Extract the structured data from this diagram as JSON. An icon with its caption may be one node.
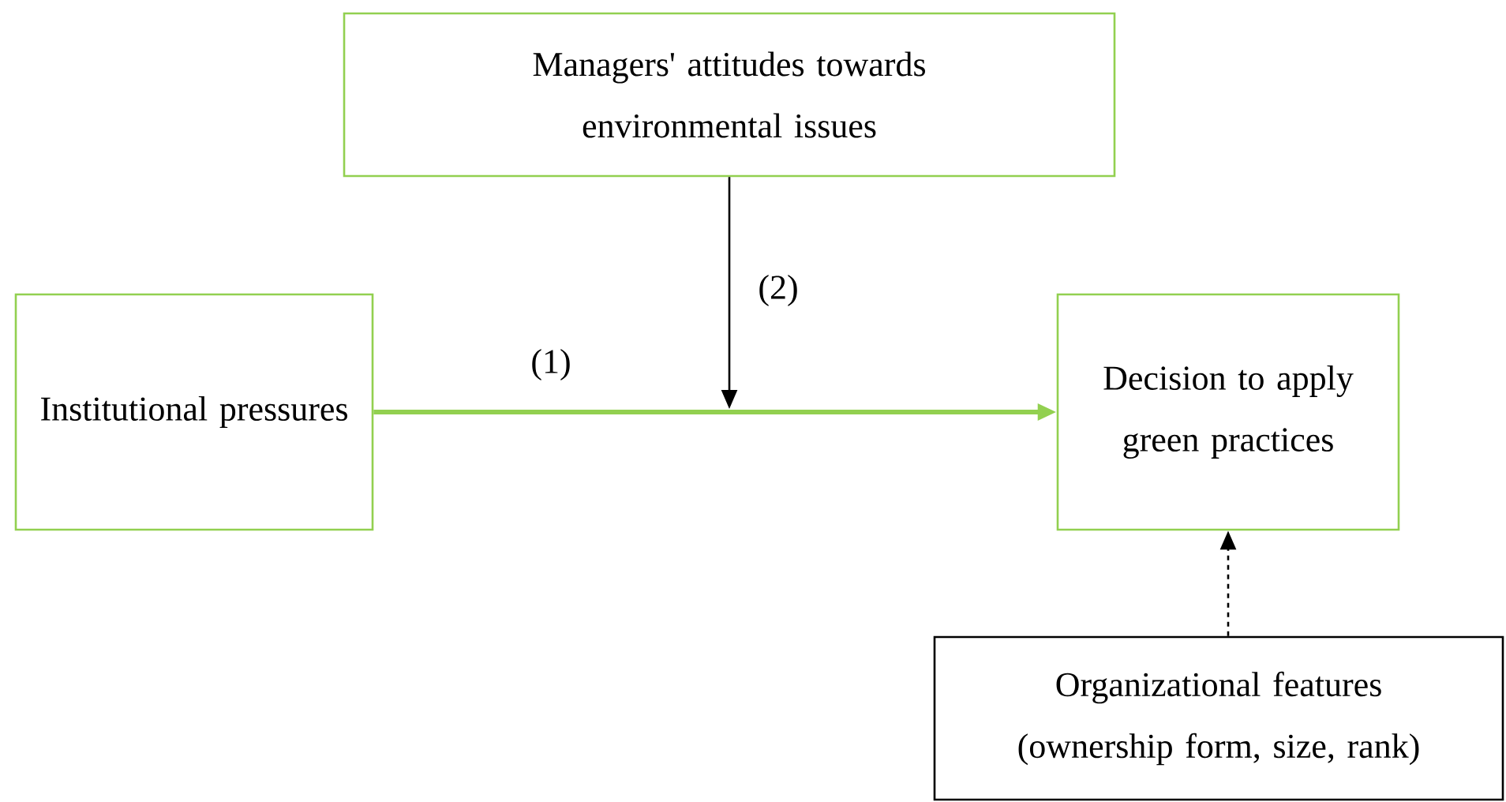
{
  "diagram": {
    "nodes": [
      {
        "text": [
          "Managers' attitudes towards environmental issues"
        ]
      },
      {
        "text": [
          "Institutional pressures"
        ]
      },
      {
        "text": [
          "Decision to apply green practices"
        ]
      },
      {
        "text": [
          "Organizational features (ownership form, size, rank)"
        ]
      }
    ],
    "edges": [
      {
        "from": 1,
        "to": 2,
        "arrow": "to",
        "label": "(1)",
        "style": "thick",
        "color": "#92d050"
      },
      {
        "from": 0,
        "to": null,
        "arrow": "to",
        "label": "(2)"
      },
      {
        "from": 3,
        "to": 2,
        "arrow": "to",
        "style": "dashed"
      }
    ]
  }
}
